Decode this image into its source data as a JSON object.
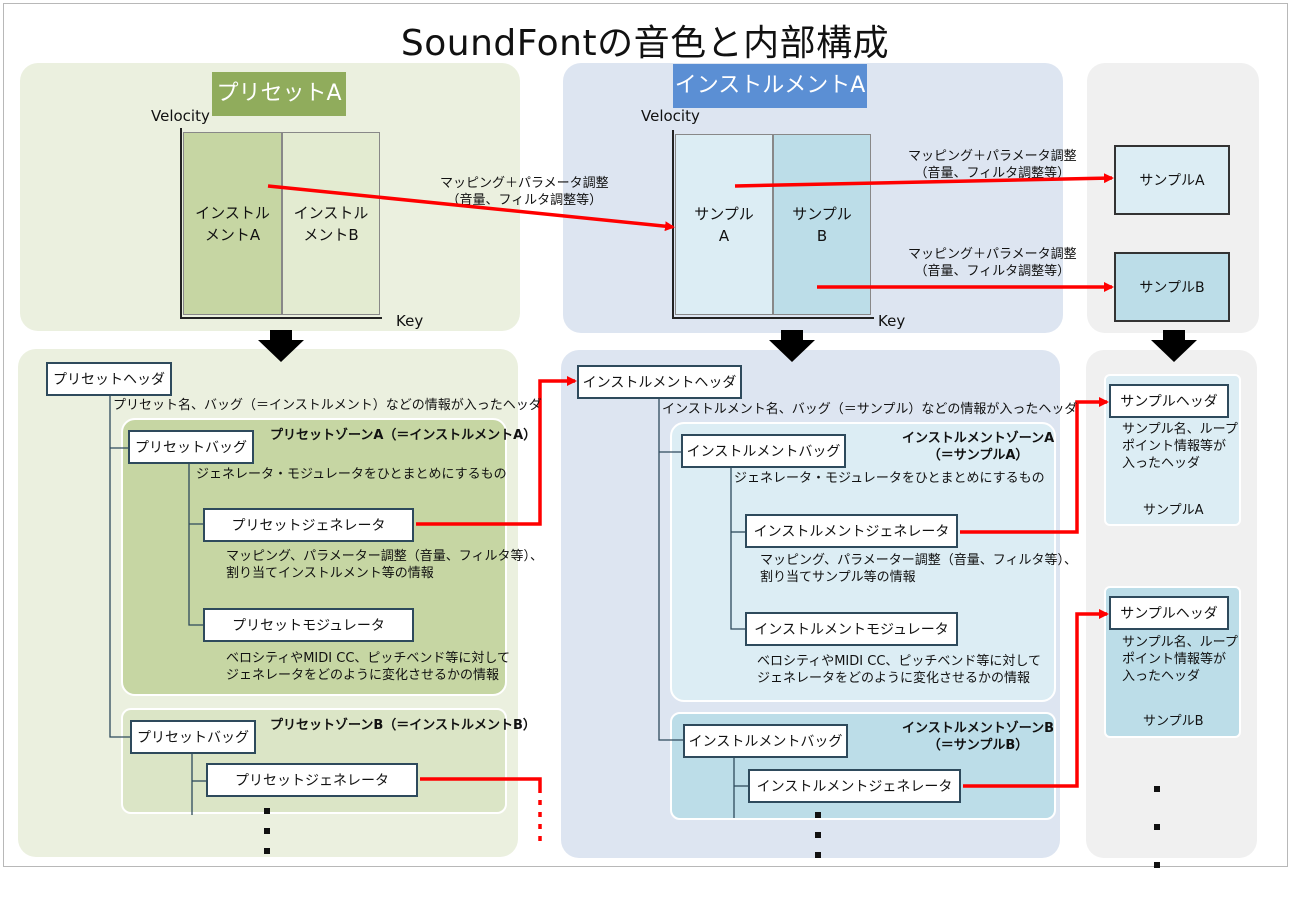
{
  "title": "SoundFontの音色と内部構成",
  "top": {
    "preset_label": "プリセットA",
    "instrument_label": "インストルメントA",
    "velocity": "Velocity",
    "key": "Key",
    "preset_cells": [
      "インストル\nメントA",
      "インストル\nメントB"
    ],
    "instrument_cells": [
      "サンプル\nA",
      "サンプル\nB"
    ],
    "samples": [
      "サンプルA",
      "サンプルB"
    ],
    "mapping_text": "マッピング＋パラメータ調整\n（音量、フィルタ調整等）"
  },
  "preset_col": {
    "header": "プリセットヘッダ",
    "header_desc": "プリセット名、バッグ（＝インストルメント）などの情報が入ったヘッダ",
    "zone_a_title": "プリセットゾーンA（＝インストルメントA）",
    "zone_b_title": "プリセットゾーンB（＝インストルメントB）",
    "bag": "プリセットバッグ",
    "bag_desc": "ジェネレータ・モジュレータをひとまとめにするもの",
    "generator": "プリセットジェネレータ",
    "generator_desc": "マッピング、パラメーター調整（音量、フィルタ等）、\n割り当てインストルメント等の情報",
    "modulator": "プリセットモジュレータ",
    "modulator_desc": "ベロシティやMIDI CC、ピッチベンド等に対して\nジェネレータをどのように変化させるかの情報"
  },
  "instrument_col": {
    "header": "インストルメントヘッダ",
    "header_desc": "インストルメント名、バッグ（＝サンプル）などの情報が入ったヘッダ",
    "zone_a_title": "インストルメントゾーンA\n（＝サンプルA）",
    "zone_b_title": "インストルメントゾーンB\n（＝サンプルB）",
    "bag": "インストルメントバッグ",
    "bag_desc": "ジェネレータ・モジュレータをひとまとめにするもの",
    "generator": "インストルメントジェネレータ",
    "generator_desc": "マッピング、パラメーター調整（音量、フィルタ等）、\n割り当てサンプル等の情報",
    "modulator": "インストルメントモジュレータ",
    "modulator_desc": "ベロシティやMIDI CC、ピッチベンド等に対して\nジェネレータをどのように変化させるかの情報"
  },
  "sample_col": {
    "header": "サンプルヘッダ",
    "header_desc": "サンプル名、ループ\nポイント情報等が\n入ったヘッダ",
    "names": [
      "サンプルA",
      "サンプルB"
    ]
  },
  "colors": {
    "arrow": "#ff0000",
    "green": "#90ac5c",
    "blue": "#5b8fd4"
  }
}
